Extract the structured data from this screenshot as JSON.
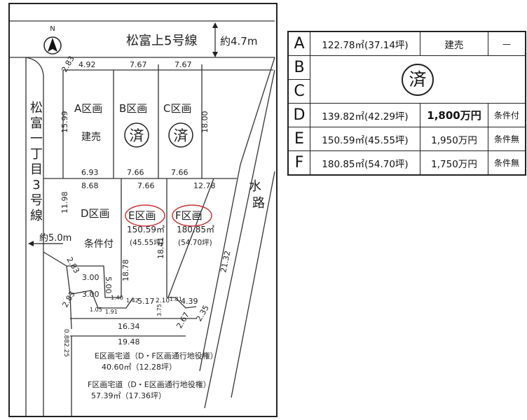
{
  "plan": {
    "north_label": "N",
    "road_top": "松富上5号線",
    "road_top_width": "約4.7m",
    "road_left": [
      "松",
      "富",
      "一",
      "丁",
      "目",
      "3",
      "号",
      "線"
    ],
    "road_left_width": "約5.0m",
    "waterway": [
      "水",
      "路"
    ],
    "lots": {
      "A": {
        "name": "A区画",
        "note": "建売"
      },
      "B": {
        "name": "B区画",
        "stamp": "済"
      },
      "C": {
        "name": "C区画",
        "stamp": "済"
      },
      "D": {
        "name": "D区画",
        "note": "条件付"
      },
      "E": {
        "name": "E区画",
        "area": "150.59㎡",
        "tsubo": "(45.55坪)"
      },
      "F": {
        "name": "F区画",
        "area": "180.85㎡",
        "tsubo": "(54.70坪)"
      }
    },
    "dims": {
      "top_a": "4.92",
      "top_b": "7.67",
      "top_c": "7.67",
      "corner_top": "2.83",
      "a_side": "15.99",
      "c_side": "18.00",
      "a_bottom": "6.93",
      "b_bottom": "7.66",
      "c_bottom": "7.66",
      "d_top": "8.68",
      "e_top": "7.66",
      "f_top": "12.78",
      "d_side": "11.98",
      "f_diag": "21.32",
      "corner_d": "2.83",
      "d_b1": "3.00",
      "d_b2": "3.00",
      "d_v": "5.00",
      "e_side1": "18.78",
      "e_side2": "18.41",
      "n140": "1.40",
      "n142": "1.42",
      "n517": "5.17",
      "n210": "2.10",
      "n375": "3.75",
      "n181": "1.81",
      "n439": "4.39",
      "n283b": "2.83",
      "n105": "1.05",
      "n191": "1.91",
      "n088": "0.88",
      "n225": "2.25",
      "n267": "2.67",
      "n235": "2.35",
      "w1634": "16.34",
      "w1948": "19.48"
    },
    "easement_e": {
      "line1": "E区画宅道（D・F区画通行地役権）",
      "line2": "40.60㎡（12.28坪）"
    },
    "easement_f": {
      "line1": "F区画宅道（D・E区画通行地役権）",
      "line2": "57.39㎡（17.36坪）"
    }
  },
  "table": {
    "rows": [
      {
        "letter": "A",
        "area": "122.78㎡(37.14坪)",
        "price": "建売",
        "cond": "—"
      },
      {
        "letter": "B"
      },
      {
        "letter": "C"
      },
      {
        "letter": "D",
        "area": "139.82㎡(42.29坪)",
        "price": "1,800万円",
        "cond": "条件付"
      },
      {
        "letter": "E",
        "area": "150.59㎡(45.55坪)",
        "price": "1,950万円",
        "cond": "条件無"
      },
      {
        "letter": "F",
        "area": "180.85㎡(54.70坪)",
        "price": "1,750万円",
        "cond": "条件無"
      }
    ],
    "merged_stamp": "済"
  }
}
